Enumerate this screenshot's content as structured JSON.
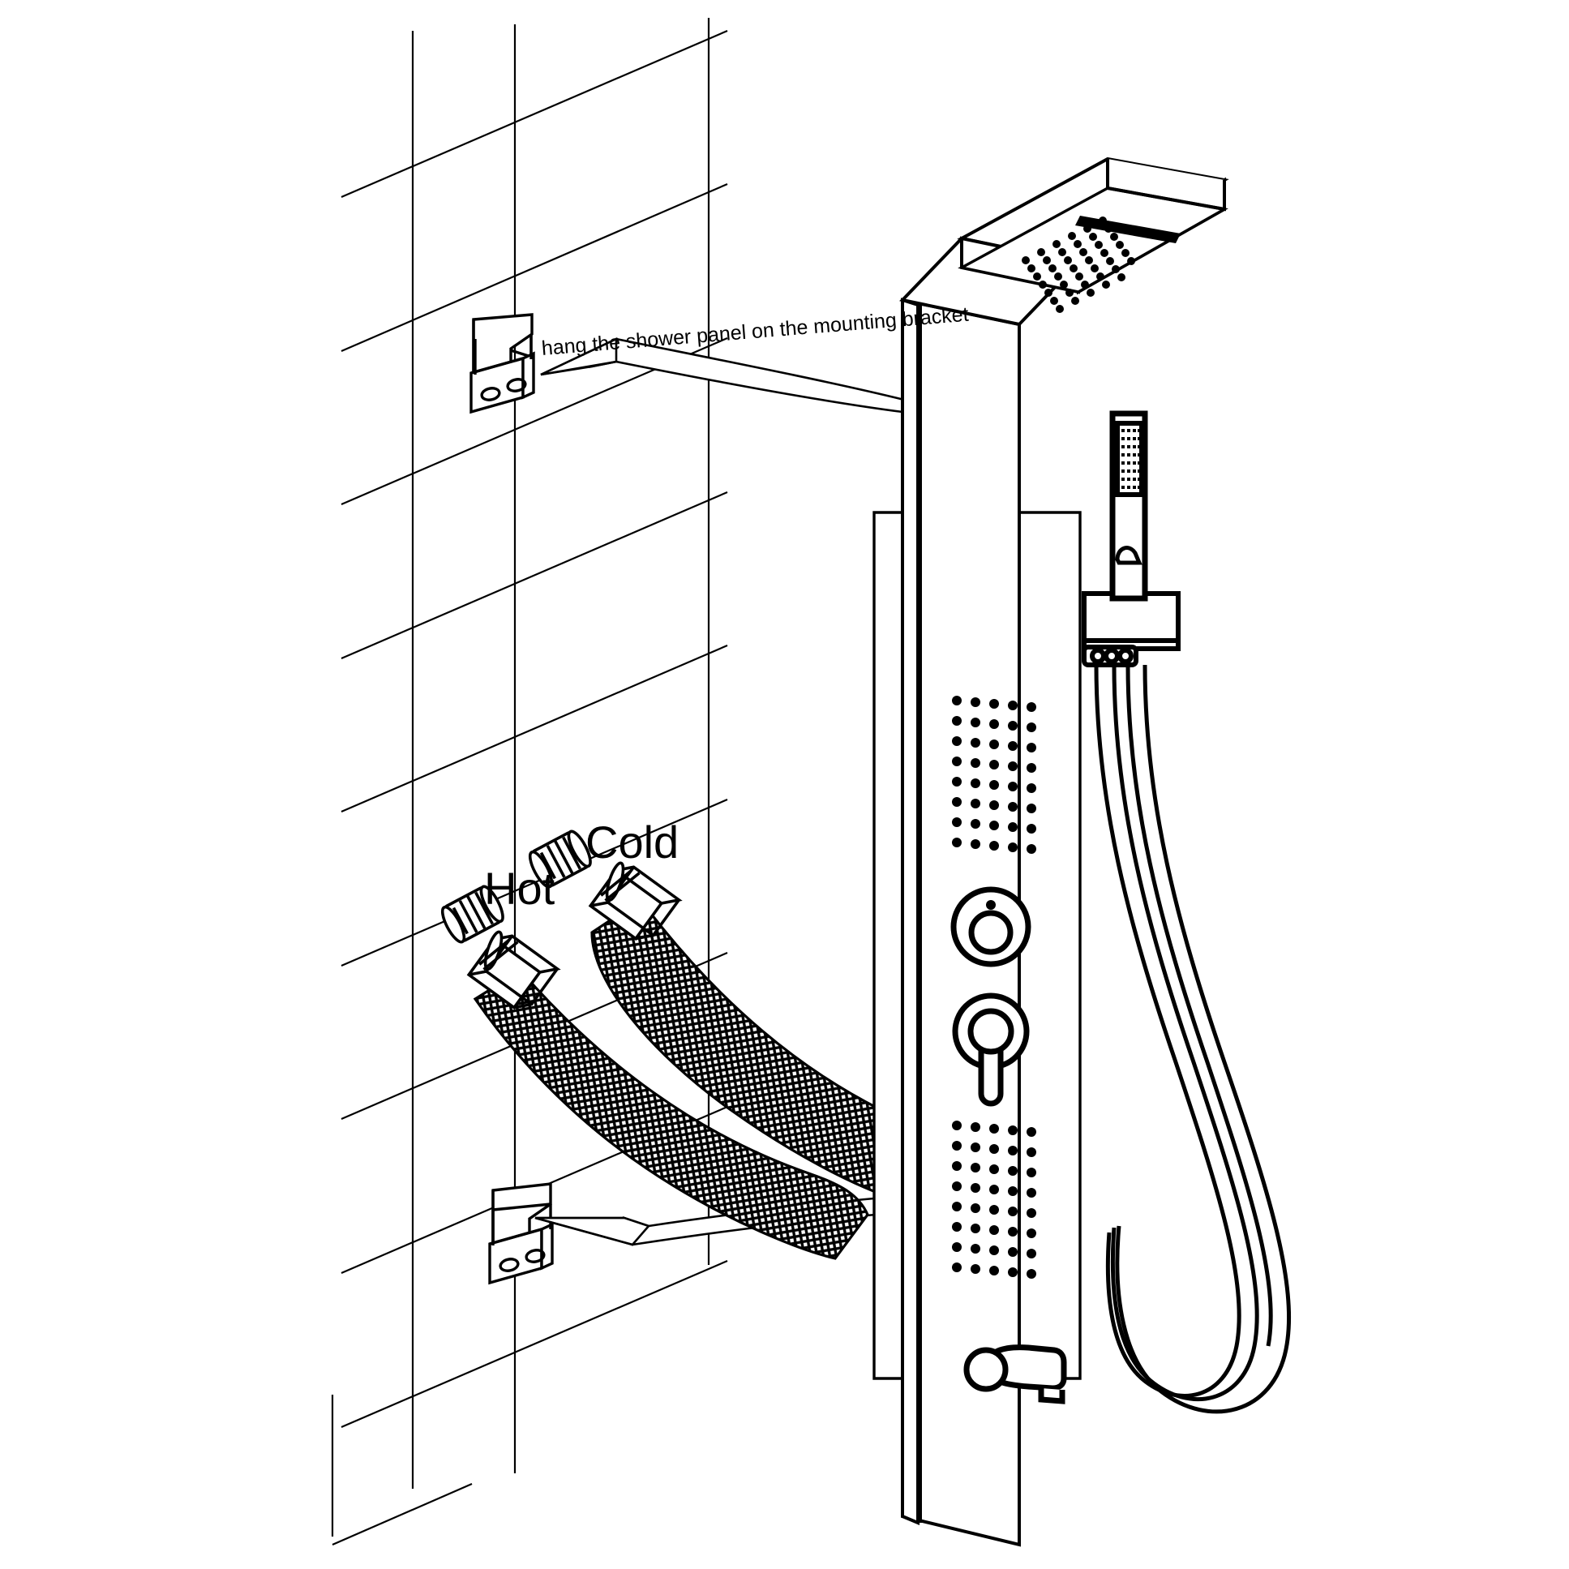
{
  "diagram": {
    "title": "Shower panel wall-mount installation diagram",
    "type": "line-art technical installation illustration",
    "background_color": "#ffffff",
    "line_color": "#000000",
    "annotations": {
      "caption": "hang the shower panel on the mounting bracket",
      "hot_label": "Hot",
      "cold_label": "Cold"
    },
    "parts": [
      {
        "name": "tiled-wall",
        "description": "perspective tiled bathroom wall background"
      },
      {
        "name": "upper-mounting-bracket",
        "description": "L-shaped wall bracket with two screw holes"
      },
      {
        "name": "lower-mounting-bracket",
        "description": "L-shaped wall bracket with two screw holes"
      },
      {
        "name": "hot-water-inlet",
        "description": "threaded hot water supply stub-out"
      },
      {
        "name": "cold-water-inlet",
        "description": "threaded cold water supply stub-out"
      },
      {
        "name": "hot-supply-hose",
        "description": "braided flexible hose with hex nut"
      },
      {
        "name": "cold-supply-hose",
        "description": "braided flexible hose with hex nut"
      },
      {
        "name": "shower-panel-body",
        "description": "tall vertical stainless shower panel column"
      },
      {
        "name": "overhead-shower-head",
        "description": "rectangular rain head with waterfall slot and rain jets"
      },
      {
        "name": "upper-body-jets",
        "description": "5 column massage jet array"
      },
      {
        "name": "lower-body-jets",
        "description": "5 column massage jet array"
      },
      {
        "name": "diverter-knob",
        "description": "round function diverter control"
      },
      {
        "name": "mixer-lever",
        "description": "round mixer valve with lever handle"
      },
      {
        "name": "tub-spout",
        "description": "curved bath filler spout"
      },
      {
        "name": "hand-shower-wand",
        "description": "slim rectangular hand shower"
      },
      {
        "name": "hand-shower-holder",
        "description": "wall cradle holding the hand shower"
      },
      {
        "name": "hand-shower-hose",
        "description": "looping flexible hand shower hose"
      }
    ],
    "arrows": [
      {
        "name": "upper-bracket-arrow",
        "from": "shower-panel-back",
        "to": "upper-mounting-bracket"
      },
      {
        "name": "lower-bracket-arrow",
        "from": "shower-panel-back",
        "to": "lower-mounting-bracket"
      }
    ]
  }
}
